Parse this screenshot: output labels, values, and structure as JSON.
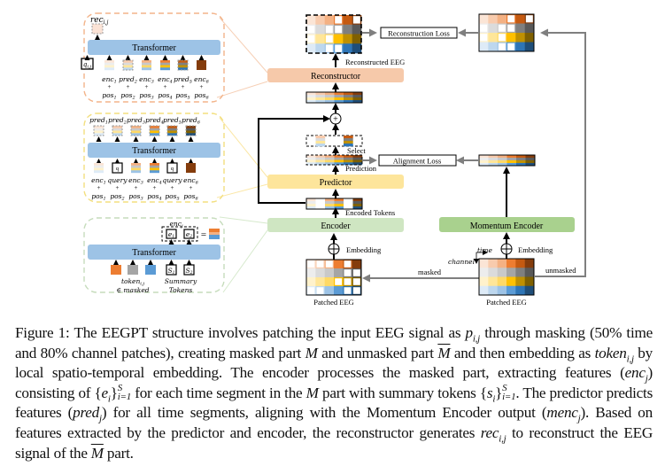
{
  "figure": {
    "caption": {
      "label": "Figure 1:",
      "parts": [
        " The EEGPT structure involves patching the input EEG signal as ",
        "p",
        "i,j",
        " through masking (50% time and 80% channel patches), creating masked part ",
        "M",
        " and unmasked part ",
        "M",
        " and then embedding as ",
        "token",
        "i,j",
        " by local spatio-temporal embedding. The encoder processes the masked part, extracting features (",
        "enc",
        "j",
        ") consisting of {",
        "e",
        "i",
        "}",
        "S",
        "i=1",
        " for each time segment in the ",
        "M",
        " part with summary tokens {",
        "s",
        "i",
        "}",
        "S",
        "i=1",
        ". The predictor predicts features (",
        "pred",
        "j",
        ") for all time segments, aligning with the Momentum Encoder output (",
        "menc",
        "j",
        "). Based on features extracted by the predictor and encoder, the reconstructor generates ",
        "rec",
        "i,j",
        " to reconstruct the EEG signal of the ",
        "M",
        " part."
      ]
    }
  },
  "modules": {
    "reconstructor": "Reconstructor",
    "predictor": "Predictor",
    "encoder": "Encoder",
    "momentum_encoder": "Momentum Encoder"
  },
  "losses": {
    "reconstruction": "Reconstruction Loss",
    "alignment": "Alignment Loss"
  },
  "labels": {
    "reconstructed_eeg": "Reconstructed EEG",
    "select": "Select",
    "prediction": "Prediction",
    "encoded_tokens": "Encoded Tokens",
    "embedding_left": "Embedding",
    "embedding_right": "Embedding",
    "patched_eeg_left": "Patched EEG",
    "patched_eeg_right": "Patched EEG",
    "masked": "masked",
    "unmasked": "unmasked",
    "time": "time",
    "channel": "channel",
    "plus": "+"
  },
  "panels": {
    "reconstructor_panel": {
      "transformer": "Transformer",
      "output": "rec",
      "output_sub": "i,j",
      "query": "q",
      "query_sub": "i,j",
      "tokens": [
        {
          "top": "enc",
          "sub": "1",
          "pos": "pos",
          "pos_sub": "1"
        },
        {
          "top": "pred",
          "sub": "2",
          "pos": "pos",
          "pos_sub": "2"
        },
        {
          "top": "enc",
          "sub": "3",
          "pos": "pos",
          "pos_sub": "3"
        },
        {
          "top": "enc",
          "sub": "4",
          "pos": "pos",
          "pos_sub": "4"
        },
        {
          "top": "pred",
          "sub": "5",
          "pos": "pos",
          "pos_sub": "5"
        },
        {
          "top": "enc",
          "sub": "6",
          "pos": "pos",
          "pos_sub": "6"
        }
      ]
    },
    "predictor_panel": {
      "transformer": "Transformer",
      "outputs": [
        {
          "top": "pred",
          "sub": "1"
        },
        {
          "top": "pred",
          "sub": "2"
        },
        {
          "top": "pred",
          "sub": "3"
        },
        {
          "top": "pred",
          "sub": "4"
        },
        {
          "top": "pred",
          "sub": "5"
        },
        {
          "top": "pred",
          "sub": "6"
        }
      ],
      "query_glyph": "q",
      "tokens": [
        {
          "top": "enc",
          "sub": "1",
          "pos": "pos",
          "pos_sub": "1"
        },
        {
          "top": "query",
          "sub": "",
          "pos": "pos",
          "pos_sub": "2"
        },
        {
          "top": "enc",
          "sub": "3",
          "pos": "pos",
          "pos_sub": "3"
        },
        {
          "top": "enc",
          "sub": "4",
          "pos": "pos",
          "pos_sub": "4"
        },
        {
          "top": "query",
          "sub": "",
          "pos": "pos",
          "pos_sub": "5"
        },
        {
          "top": "enc",
          "sub": "6",
          "pos": "pos",
          "pos_sub": "6"
        }
      ]
    },
    "encoder_panel": {
      "transformer": "Transformer",
      "enc_label": "enc",
      "enc_sub": "j",
      "e1": "e",
      "e1_sub": "1",
      "e2": "e",
      "e2_sub": "2",
      "equals": "=",
      "s1": "S",
      "s1_sub": "1",
      "s2": "S",
      "s2_sub": "2",
      "token_label": "token",
      "token_sub": "i,j",
      "in_masked": "∈ masked",
      "summary_1": "Summary",
      "summary_2": "Tokens"
    }
  },
  "colors": {
    "reconstructor": "#f6c9aa",
    "predictor": "#fde59b",
    "encoder": "#cfe6c2",
    "momentum_encoder": "#a9d18e",
    "transformer": "#9dc3e6",
    "arrow_gray": "#7f7f7f"
  }
}
